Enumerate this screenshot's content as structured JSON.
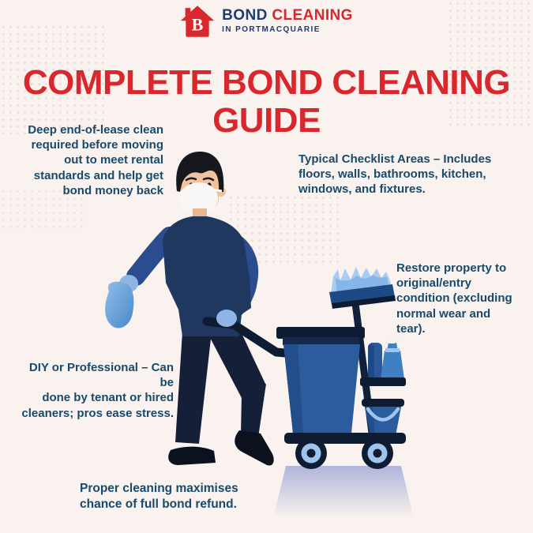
{
  "page": {
    "background_color": "#faf2ee",
    "accent_red": "#d8282e",
    "text_navy": "#184a6b"
  },
  "brand": {
    "logo_letter": "B",
    "name_part1": "BOND",
    "name_part2": "CLEANING",
    "tagline": "IN PORTMACQUARIE",
    "red": "#d8282e",
    "navy": "#1e3c6d"
  },
  "title": {
    "text": "COMPLETE BOND CLEANING GUIDE"
  },
  "notes": {
    "deep_clean": "Deep end-of-lease clean\nrequired before moving\nout to meet rental\nstandards and help get\nbond money back",
    "checklist": "Typical Checklist Areas – Includes\nfloors, walls, bathrooms, kitchen,\nwindows, and fixtures.",
    "restore": "Restore property to\noriginal/entry\ncondition (excluding\nnormal wear and\ntear).",
    "diy": "DIY or Professional – Can be\ndone by tenant or hired\ncleaners; pros ease stress.",
    "refund": "Proper cleaning maximises\nchance of full bond refund."
  },
  "illustration": {
    "description": "Masked cleaner in navy uniform holding a cloth and pushing a blue janitorial cart with broom, spray bottles and bucket",
    "palette": {
      "vest": "#20375f",
      "sleeves": "#2b4c8f",
      "gloves": "#8fb5e6",
      "pants": "#161f38",
      "shoes": "#0c111e",
      "skin": "#f1c29e",
      "mask": "#f9f7f5",
      "hair": "#17181d",
      "cart_blue": "#2b5c9e",
      "cart_dark": "#0e1c33",
      "light_blue": "#9fc4ee",
      "broom_base": "#1d4a85",
      "bottle_blue": "#3e80c2"
    }
  }
}
